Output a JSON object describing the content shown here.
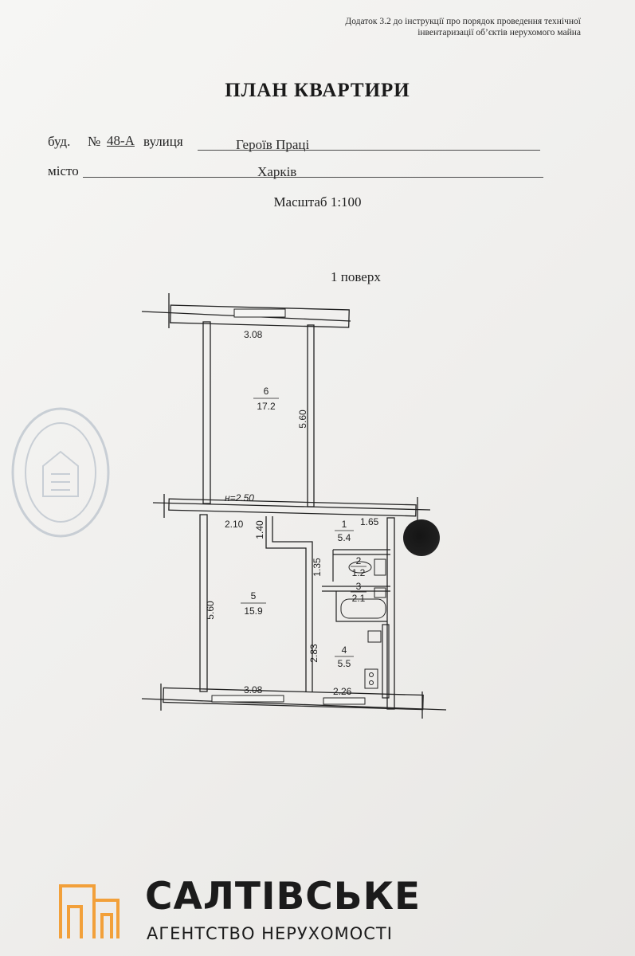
{
  "appendix": {
    "line1": "Додаток 3.2 до інструкції про порядок проведення технічної",
    "line2": "інвентаризації об’єктів нерухомого майна"
  },
  "title": "ПЛАН КВАРТИРИ",
  "address": {
    "building_label": "буд.",
    "number_prefix": "№",
    "number_value": "48-А",
    "street_label": "вулиця",
    "street_value": "Героїв Праці",
    "city_label": "місто",
    "city_value": "Харків"
  },
  "scale": "Масштаб 1:100",
  "floor": "1 поверх",
  "plan": {
    "height_note": "н=2.50",
    "rooms": [
      {
        "num": "6",
        "area": "17.2"
      },
      {
        "num": "5",
        "area": "15.9"
      },
      {
        "num": "1",
        "area": "5.4"
      },
      {
        "num": "2",
        "area": "1.2"
      },
      {
        "num": "3",
        "area": "2.1"
      },
      {
        "num": "4",
        "area": "5.5"
      }
    ],
    "dims": {
      "top_width": "3.08",
      "room6_depth": "5.60",
      "corridor_width": "2.10",
      "corridor_depth": "1.40",
      "hall_width": "1.65",
      "wc_depth": "1.35",
      "room5_depth": "5.60",
      "kitchen_depth": "2.83",
      "bottom_width": "3.08",
      "kitchen_width": "2.26"
    }
  },
  "brand": {
    "name": "САЛТІВСЬКЕ",
    "subtitle": "АГЕНТСТВО НЕРУХОМОСТІ",
    "accent_color": "#f2a03a"
  }
}
